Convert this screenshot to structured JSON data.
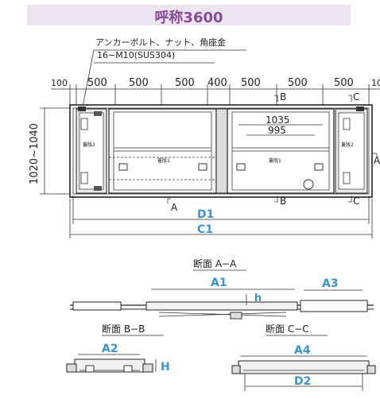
{
  "title": "呼称3600",
  "anchor_note_line1": "アンカーボルト、ナット、角座金",
  "anchor_note_line2": "16−M10(SUS304)",
  "top_dims": [
    "100",
    "500",
    "500",
    "500",
    "400",
    "500",
    "500",
    "500",
    "10"
  ],
  "height_dim": "1020~1040",
  "dim_1035": "1035",
  "dim_995": "995",
  "label_lid1": "蓋版1",
  "label_lid2": "蓋版2",
  "sec_marks": {
    "a": "A",
    "b": "B",
    "c": "C"
  },
  "D1": "D1",
  "C1": "C1",
  "section_aa": "断面 A−A",
  "section_bb": "断面 B−B",
  "section_cc": "断面 C−C",
  "A1": "A1",
  "A2": "A2",
  "A3": "A3",
  "A4": "A4",
  "D2": "D2",
  "h": "h",
  "H": "H",
  "colors": {
    "accent": "#8a4a9c",
    "dim_blue": "#3a93d8",
    "title_bg": "#ece5f0"
  }
}
